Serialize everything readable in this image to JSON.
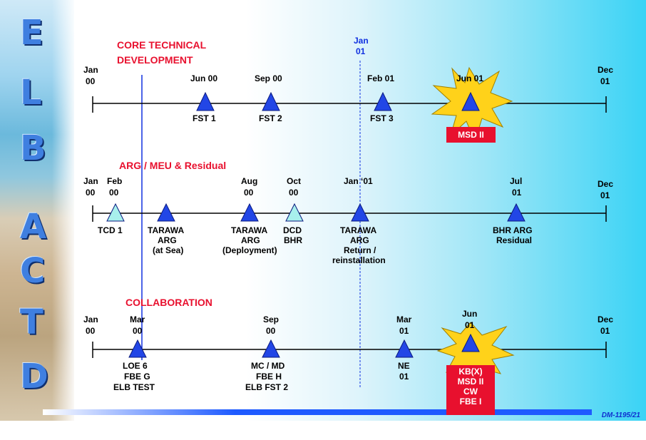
{
  "side_letters": [
    "E",
    "L",
    "B",
    "A",
    "C",
    "T",
    "D"
  ],
  "divider_label": [
    "Jan",
    "01"
  ],
  "sections": {
    "core": "CORE TECHNICAL\nDEVELOPMENT",
    "arg": "ARG / MEU & Residual",
    "collab": "COLLABORATION"
  },
  "timeline1": {
    "start": [
      "Jan",
      "00"
    ],
    "end": [
      "Dec",
      "01"
    ],
    "events": [
      {
        "date": "Jun 00",
        "label": "FST 1"
      },
      {
        "date": "Sep 00",
        "label": "FST 2"
      },
      {
        "date": "Feb 01",
        "label": "FST 3"
      },
      {
        "date": "Jun 01",
        "label": ""
      }
    ],
    "box": [
      "MSD II"
    ]
  },
  "timeline2": {
    "start": [
      "Jan",
      "00"
    ],
    "end": [
      "Dec",
      "01"
    ],
    "events": [
      {
        "date": [
          "Feb",
          "00"
        ],
        "label": [
          "TCD 1"
        ]
      },
      {
        "date": [],
        "label": [
          "TARAWA",
          "ARG",
          "(at Sea)"
        ]
      },
      {
        "date": [
          "Aug",
          "00"
        ],
        "label": [
          "TARAWA",
          "ARG",
          "(Deployment)"
        ]
      },
      {
        "date": [
          "Oct",
          "00"
        ],
        "label": [
          "DCD",
          "BHR"
        ]
      },
      {
        "date": [
          "Jan ‘01"
        ],
        "label": [
          "TARAWA",
          "ARG",
          "Return /",
          "reinstallation"
        ]
      },
      {
        "date": [
          "Jul",
          "01"
        ],
        "label": [
          "BHR ARG",
          "Residual"
        ]
      }
    ]
  },
  "timeline3": {
    "start": [
      "Jan",
      "00"
    ],
    "end": [
      "Dec",
      "01"
    ],
    "events": [
      {
        "date": [
          "Mar",
          "00"
        ],
        "label": [
          "LOE 6",
          "FBE G",
          "ELB TEST"
        ]
      },
      {
        "date": [
          "Sep",
          "00"
        ],
        "label": [
          "MC / MD",
          "FBE H",
          "ELB FST 2"
        ]
      },
      {
        "date": [
          "Mar",
          "01"
        ],
        "label": [
          "NE",
          "01"
        ]
      },
      {
        "date": [
          "Jun",
          "01"
        ],
        "label": []
      }
    ],
    "box": [
      "KB(X)",
      "MSD II",
      "CW",
      "FBE I"
    ]
  },
  "doc_id": "DM-1195/21",
  "colors": {
    "triangle": "#2246e6",
    "triangle_light": "#a8f0ec",
    "red": "#e8102e",
    "burst": "#ffd21a",
    "divider": "#1030e0"
  }
}
